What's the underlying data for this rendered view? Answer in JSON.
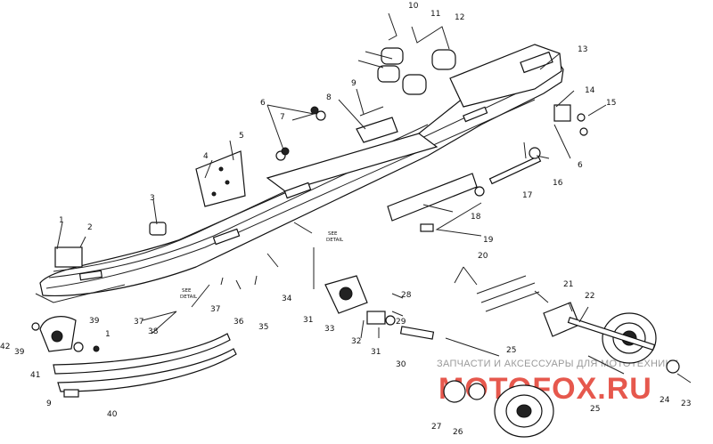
{
  "callouts": {
    "c1": "1",
    "c2": "2",
    "c3": "3",
    "c4": "4",
    "c5": "5",
    "c6": "6",
    "c6b": "6",
    "c7": "7",
    "c8": "8",
    "c9": "9",
    "c9b": "9",
    "c10": "10",
    "c11": "11",
    "c12": "12",
    "c13": "13",
    "c14": "14",
    "c15": "15",
    "c16": "16",
    "c17": "17",
    "c18": "18",
    "c19": "19",
    "c20": "20",
    "c21": "21",
    "c22": "22",
    "c23": "23",
    "c24": "24",
    "c25": "25",
    "c25b": "25",
    "c26": "26",
    "c27": "27",
    "c28": "28",
    "c29": "29",
    "c30": "30",
    "c31": "31",
    "c31b": "31",
    "c32": "32",
    "c33": "33",
    "c34": "34",
    "c35": "35",
    "c36": "36",
    "c37": "37",
    "c37b": "37",
    "c38": "38",
    "c39": "39",
    "c39b": "39",
    "c40": "40",
    "c41": "41",
    "c42": "42",
    "c1b": "1"
  },
  "notes": {
    "see_detail_a_1": "SEE",
    "see_detail_a_2": "DETAIL",
    "see_detail_b_1": "SEE",
    "see_detail_b_2": "DETAIL"
  },
  "watermark": {
    "text": "ЗАПЧАСТИ И АКСЕССУАРЫ ДЛЯ МОТОТЕХНИКИ",
    "logo": "MOTOFOX.RU",
    "logo_color": "#e23b2e"
  }
}
